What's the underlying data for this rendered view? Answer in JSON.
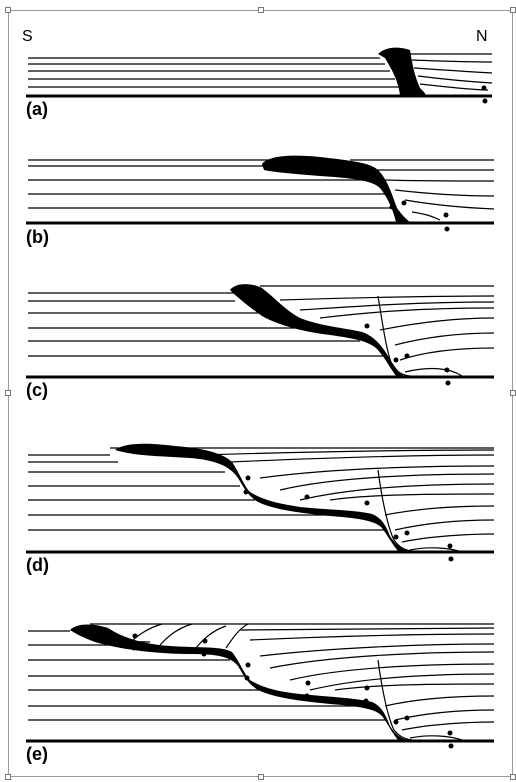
{
  "figure": {
    "direction_left": "S",
    "direction_right": "N",
    "panels": [
      {
        "label": "(a)"
      },
      {
        "label": "(b)"
      },
      {
        "label": "(c)"
      },
      {
        "label": "(d)"
      },
      {
        "label": "(e)"
      }
    ]
  },
  "colors": {
    "ink": "#000000",
    "frame": "#9a9a9a",
    "background": "#ffffff"
  }
}
